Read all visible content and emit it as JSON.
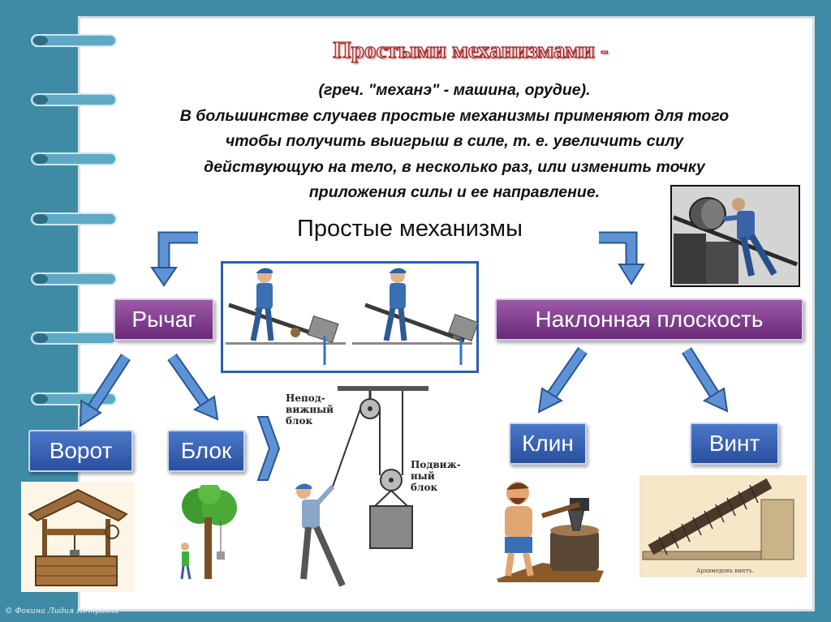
{
  "title": "Простыми механизмами -",
  "intro": {
    "line1": "(греч. \"механэ\" - машина, орудие).",
    "line2": "В большинстве случаев простые механизмы применяют для того",
    "line3": "чтобы получить выигрыш в силе, т. е. увеличить силу",
    "line4": "действующую на тело, в несколько раз, или изменить точку",
    "line5": "приложения силы и ее направление."
  },
  "subtitle": "Простые механизмы",
  "terms": {
    "lever": "Рычаг",
    "inclined_plane": "Наклонная плоскость",
    "winch": "Ворот",
    "pulley": "Блок",
    "wedge": "Клин",
    "screw": "Винт"
  },
  "pulley_labels": {
    "fixed_line1": "Непод-",
    "fixed_line2": "вижный",
    "fixed_line3": "блок",
    "movable_line1": "Подвиж-",
    "movable_line2": "ный",
    "movable_line3": "блок"
  },
  "screw_caption": "Архимедовъ винтъ.",
  "copyright": "© Фокина Лидия Петровна",
  "colors": {
    "background": "#3f8ba6",
    "card": "#ffffff",
    "arrow": "#4a7fc6",
    "purple_box": "#7b3b8a",
    "blue_box": "#3560b0",
    "title_outline": "#a01e1e"
  }
}
